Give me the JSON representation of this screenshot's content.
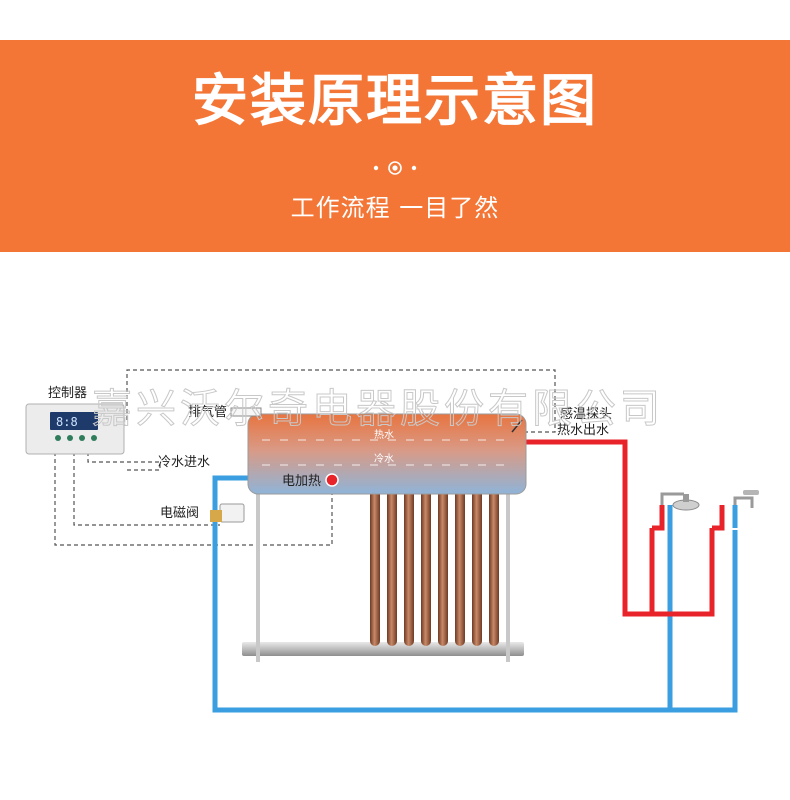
{
  "header": {
    "title": "安装原理示意图",
    "subtitle": "工作流程 一目了然",
    "color": "#f47636"
  },
  "diagram": {
    "controller_label": "控制器",
    "controller_display": "8:8",
    "exhaust_label": "排气管",
    "sensor_label": "感温探头",
    "hot_water_tank_label": "热水",
    "cold_water_tank_label": "冷水",
    "cold_inlet_label": "冷水进水",
    "electric_heater_label": "电加热",
    "solenoid_valve_label": "电磁阀",
    "hot_outlet_label": "热水出水",
    "watermark": "嘉兴沃尔奇电器股份有限公司",
    "colors": {
      "hot_pipe": "#e8232a",
      "cold_pipe": "#3a9ee0",
      "tank_top": "#e8743f",
      "tank_bottom": "#8fb4d8",
      "tube": "#9a5a3c"
    }
  }
}
